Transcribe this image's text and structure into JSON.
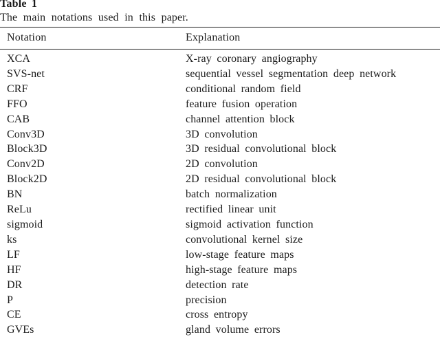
{
  "page": {
    "title": "Table 1",
    "caption": "The main notations used in this paper."
  },
  "table": {
    "columns": [
      "Notation",
      "Explanation"
    ],
    "rows": [
      {
        "notation": "XCA",
        "explanation": "X-ray coronary angiography"
      },
      {
        "notation": "SVS-net",
        "explanation": "sequential vessel segmentation deep network"
      },
      {
        "notation": "CRF",
        "explanation": "conditional random field"
      },
      {
        "notation": "FFO",
        "explanation": "feature fusion operation"
      },
      {
        "notation": "CAB",
        "explanation": "channel attention block"
      },
      {
        "notation": "Conv3D",
        "explanation": "3D convolution"
      },
      {
        "notation": "Block3D",
        "explanation": "3D residual convolutional block"
      },
      {
        "notation": "Conv2D",
        "explanation": "2D convolution"
      },
      {
        "notation": "Block2D",
        "explanation": "2D residual convolutional block"
      },
      {
        "notation": "BN",
        "explanation": "batch normalization"
      },
      {
        "notation": "ReLu",
        "explanation": "rectified linear unit"
      },
      {
        "notation": "sigmoid",
        "explanation": "sigmoid activation function"
      },
      {
        "notation": "ks",
        "explanation": "convolutional kernel size"
      },
      {
        "notation": "LF",
        "explanation": "low-stage feature maps"
      },
      {
        "notation": "HF",
        "explanation": "high-stage feature maps"
      },
      {
        "notation": "DR",
        "explanation": "detection rate"
      },
      {
        "notation": "P",
        "explanation": "precision"
      },
      {
        "notation": "CE",
        "explanation": "cross entropy"
      },
      {
        "notation": "GVEs",
        "explanation": "gland volume errors"
      }
    ],
    "colors": {
      "text": "#1b1b1b",
      "rule": "#1f1f1f",
      "background": "#ffffff"
    }
  }
}
